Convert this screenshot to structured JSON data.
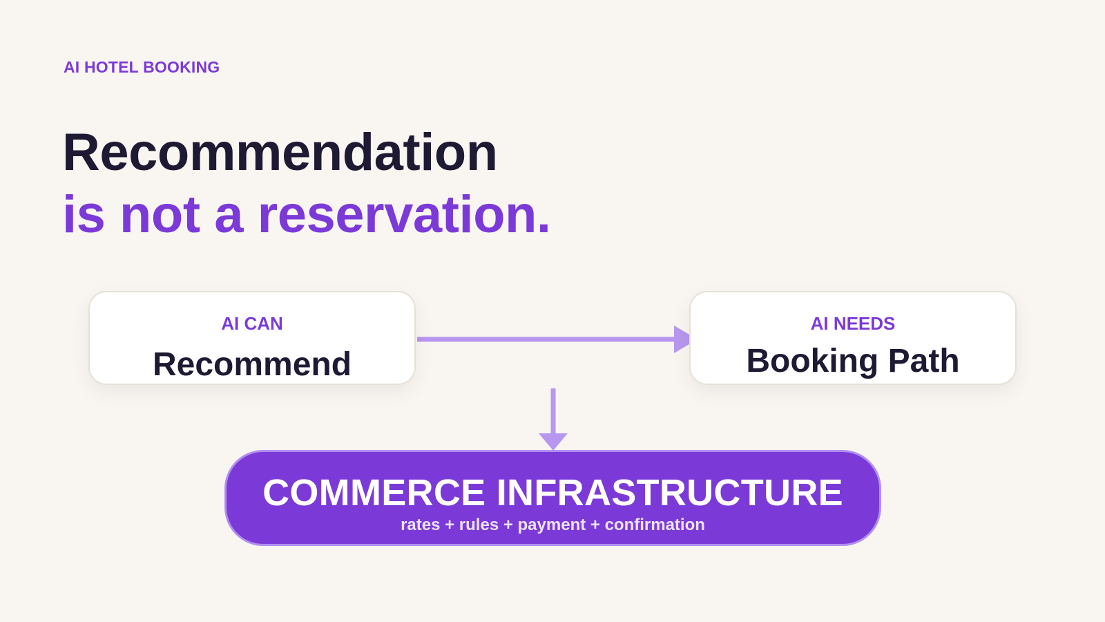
{
  "eyebrow": "AI HOTEL BOOKING",
  "headline": {
    "line1": "Recommendation",
    "line2": "is not a reservation."
  },
  "cards": {
    "can": {
      "label": "AI CAN",
      "value": "Recommend"
    },
    "needs": {
      "label": "AI NEEDS",
      "value": "Booking Path"
    }
  },
  "infrastructure": {
    "title": "COMMERCE INFRASTRUCTURE",
    "subtitle": "rates + rules + payment + confirmation"
  },
  "colors": {
    "background": "#f9f6f2",
    "accent": "#7b3ad8",
    "text_dark": "#1f1a33",
    "connector": "#b797ef",
    "card_border": "#e6e1d6"
  }
}
